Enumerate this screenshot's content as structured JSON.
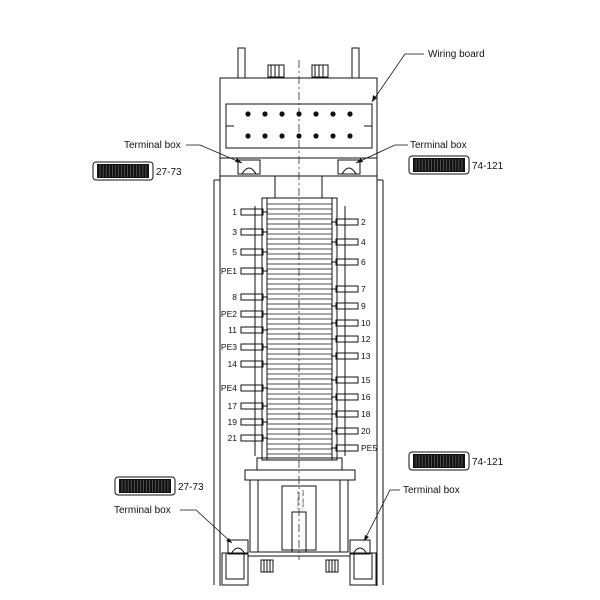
{
  "labels": {
    "wiring_board": "Wiring board",
    "terminal_box_tl": "Terminal box",
    "terminal_box_tr": "Terminal box",
    "terminal_box_bl": "Terminal box",
    "terminal_box_br": "Terminal box"
  },
  "module_ranges": {
    "top_left": "27-73",
    "top_right": "74-121",
    "bottom_left": "27-73",
    "bottom_right": "74-121"
  },
  "left_terminals": [
    "1",
    "3",
    "5",
    "PE1",
    "8",
    "PE2",
    "11",
    "PE3",
    "14",
    "PE4",
    "17",
    "19",
    "21"
  ],
  "right_terminals": [
    "2",
    "4",
    "6",
    "7",
    "9",
    "10",
    "12",
    "13",
    "15",
    "16",
    "18",
    "20",
    "PE5"
  ],
  "center_tag": {
    "line1": "\"\" Grade \" 10",
    "line2": "\"\" Grade \" Mod"
  }
}
